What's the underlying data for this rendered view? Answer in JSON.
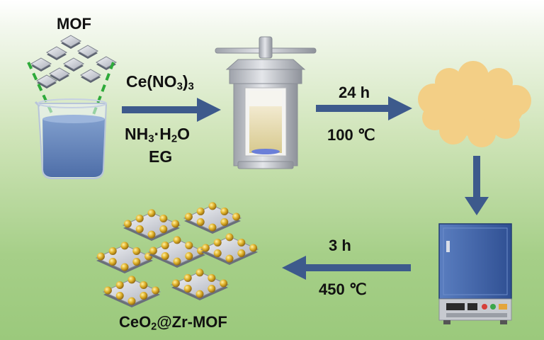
{
  "labels": {
    "mof": "MOF",
    "reagent_ce_prefix": "Ce(NO",
    "reagent_ce_sub": "3",
    "reagent_ce_mid": ")",
    "reagent_ce_sub2": "3",
    "reagent_nh3_prefix": "NH",
    "reagent_nh3_sub": "3",
    "reagent_nh3_mid": "·H",
    "reagent_nh3_sub2": "2",
    "reagent_nh3_suffix": "O",
    "reagent_eg": "EG",
    "time_1": "24 h",
    "temp_1": "100 ℃",
    "time_2": "3 h",
    "temp_2": "450 ℃",
    "product_prefix": "CeO",
    "product_sub": "2",
    "product_suffix": "@Zr-MOF"
  },
  "colors": {
    "arrow": "#3d5a8c",
    "mof_chip": "#c9cdd6",
    "liquid": "#5f7fb8",
    "autoclave": "#c7c9cf",
    "powder": "#f3cf86",
    "furnace": "#3b5fa6",
    "gold_particle": "#d4a31e",
    "dashed_guide": "#2eaa3a"
  },
  "icons": [
    "beaker-icon",
    "autoclave-icon",
    "powder-cloud-icon",
    "furnace-icon",
    "mof-chip-icon",
    "ceo2-mof-icon"
  ]
}
